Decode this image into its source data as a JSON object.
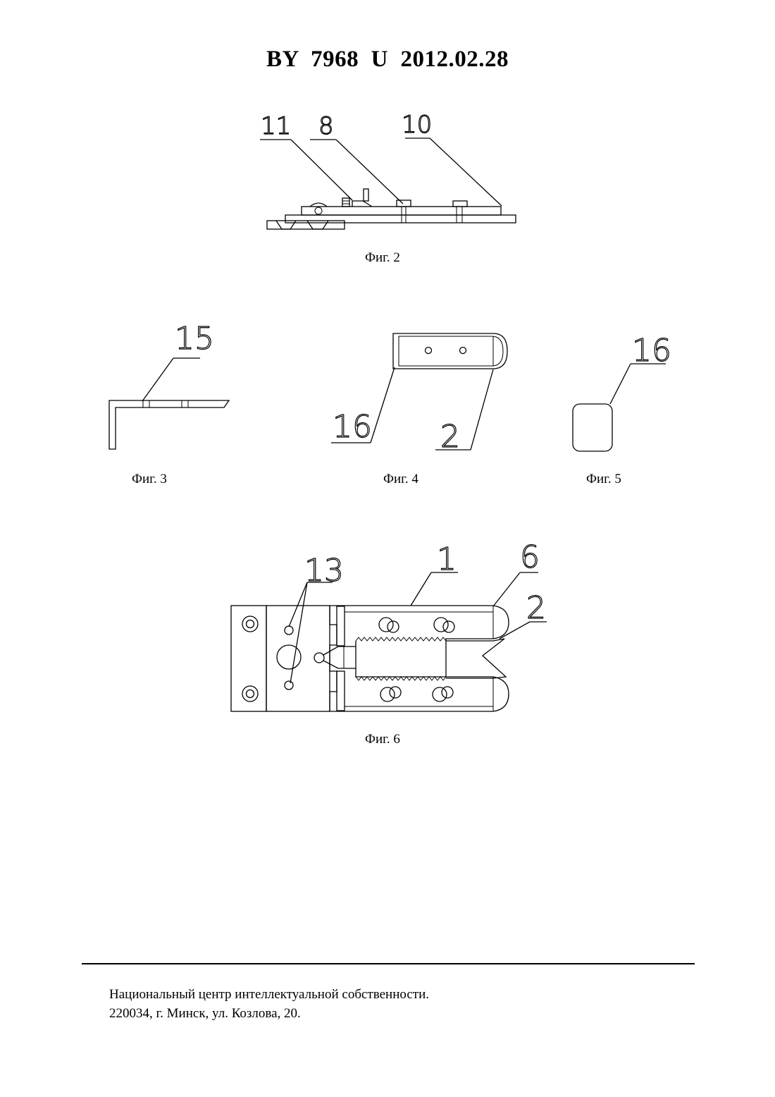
{
  "header": {
    "title": "BY  7968  U  2012.02.28"
  },
  "figures": {
    "fig2": {
      "caption": "Фиг. 2",
      "labels": [
        "11",
        "8",
        "10"
      ]
    },
    "fig3": {
      "caption": "Фиг. 3",
      "labels": [
        "15"
      ]
    },
    "fig4": {
      "caption": "Фиг. 4",
      "labels": [
        "16",
        "2"
      ]
    },
    "fig5": {
      "caption": "Фиг. 5",
      "labels": [
        "16"
      ]
    },
    "fig6": {
      "caption": "Фиг. 6",
      "labels": [
        "13",
        "1",
        "6",
        "2"
      ]
    }
  },
  "footer": {
    "line1": "Национальный центр интеллектуальной собственности.",
    "line2": "220034, г. Минск, ул. Козлова, 20."
  }
}
